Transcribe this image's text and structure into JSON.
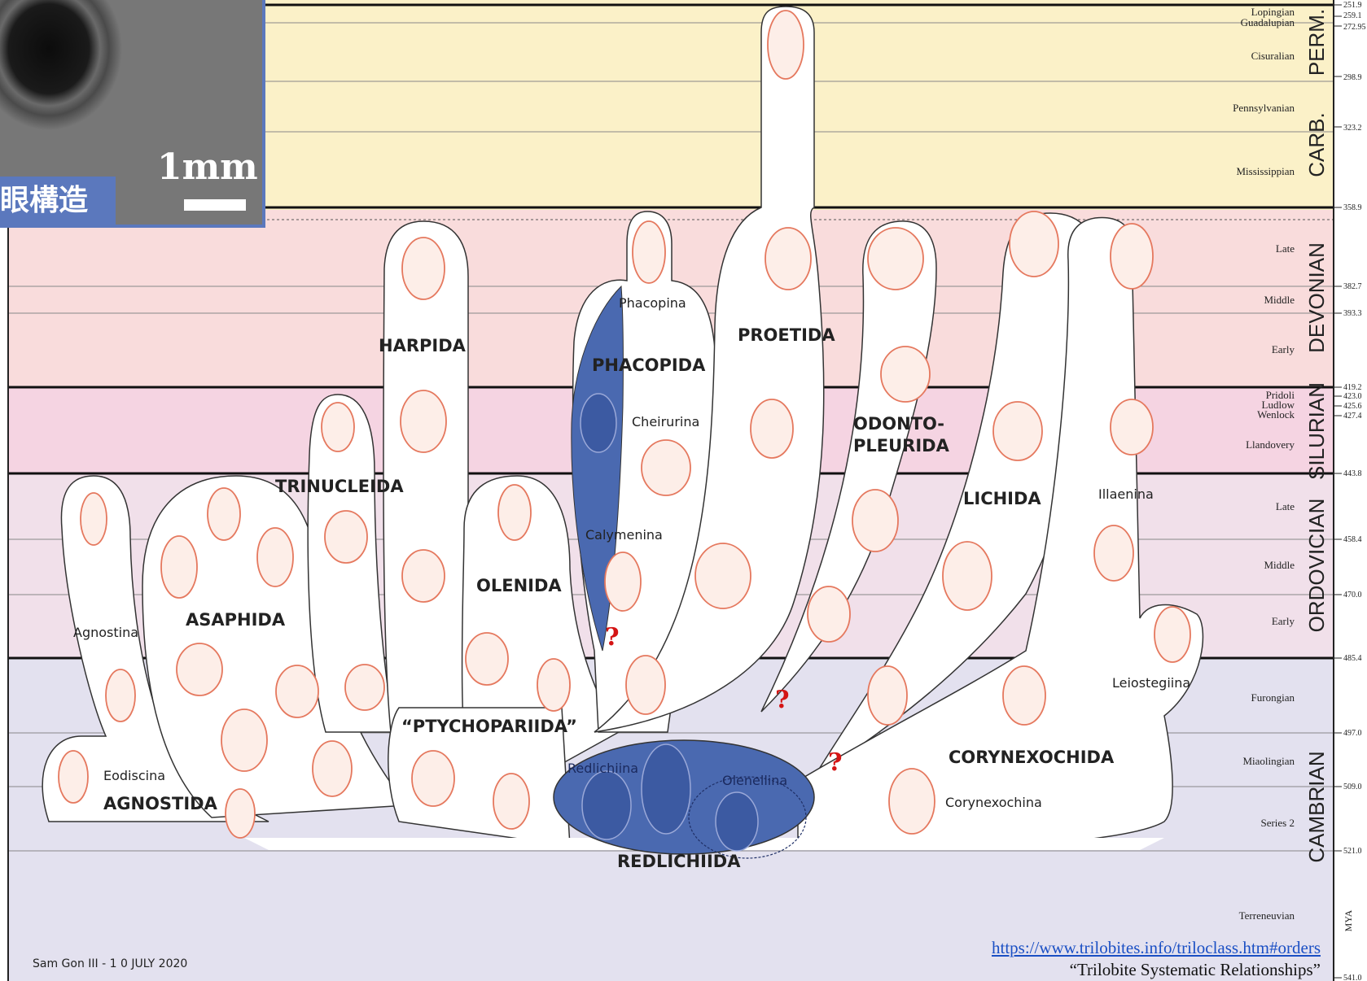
{
  "inset": {
    "scale_label": "1mm",
    "tag": "眼構造"
  },
  "periods": [
    {
      "key": "perm",
      "label": "PERM."
    },
    {
      "key": "carb",
      "label": "CARB."
    },
    {
      "key": "devonian",
      "label": "DEVONIAN"
    },
    {
      "key": "silurian",
      "label": "SILURIAN"
    },
    {
      "key": "ordovician",
      "label": "ORDOVICIAN"
    },
    {
      "key": "cambrian",
      "label": "CAMBRIAN"
    }
  ],
  "stages": [
    "Lopingian",
    "Guadalupian",
    "Cisuralian",
    "Pennsylvanian",
    "Mississippian",
    "Late",
    "Middle",
    "Early",
    "Pridoli",
    "Ludlow",
    "Wenlock",
    "Llandovery",
    "Late",
    "Middle",
    "Early",
    "Furongian",
    "Miaolingian",
    "Series 2",
    "Terreneuvian"
  ],
  "mya_ticks": [
    "251.9",
    "259.1",
    "272.95",
    "298.9",
    "323.2",
    "358.9",
    "382.7",
    "393.3",
    "419.2",
    "423.0",
    "425.6",
    "427.4",
    "443.8",
    "458.4",
    "470.0",
    "485.4",
    "497.0",
    "509.0",
    "521.0",
    "541.0"
  ],
  "mya_unit": "MYA",
  "orders": [
    "HARPIDA",
    "PHACOPIDA",
    "PROETIDA",
    "TRINUCLEIDA",
    "ODONTO-",
    "PLEURIDA",
    "LICHIDA",
    "OLENIDA",
    "ASAPHIDA",
    "AGNOSTIDA",
    "“PTYCHOPARIIDA”",
    "CORYNEXOCHIDA",
    "REDLICHIIDA"
  ],
  "suborders": [
    "Phacopina",
    "Cheirurina",
    "Calymenina",
    "Illaenina",
    "Agnostina",
    "Eodiscina",
    "Leiostegiina",
    "Corynexochina",
    "Redlichiina",
    "Olenellina"
  ],
  "uncertain_mark": "?",
  "credit": "Sam Gon III - 1 0 JULY 2020",
  "source_url": "https://www.trilobites.info/triloclass.htm#orders",
  "caption": "“Trilobite Systematic Relationships”",
  "colors": {
    "perm_carb": "#fbf1c8",
    "devonian": "#f9dcdc",
    "silurian": "#f5d4e2",
    "ordovician": "#f1e0ea",
    "cambrian": "#e3e1ef",
    "highlight": "#4a69b0",
    "trilobite": "#e5785e",
    "question": "#d41414"
  }
}
